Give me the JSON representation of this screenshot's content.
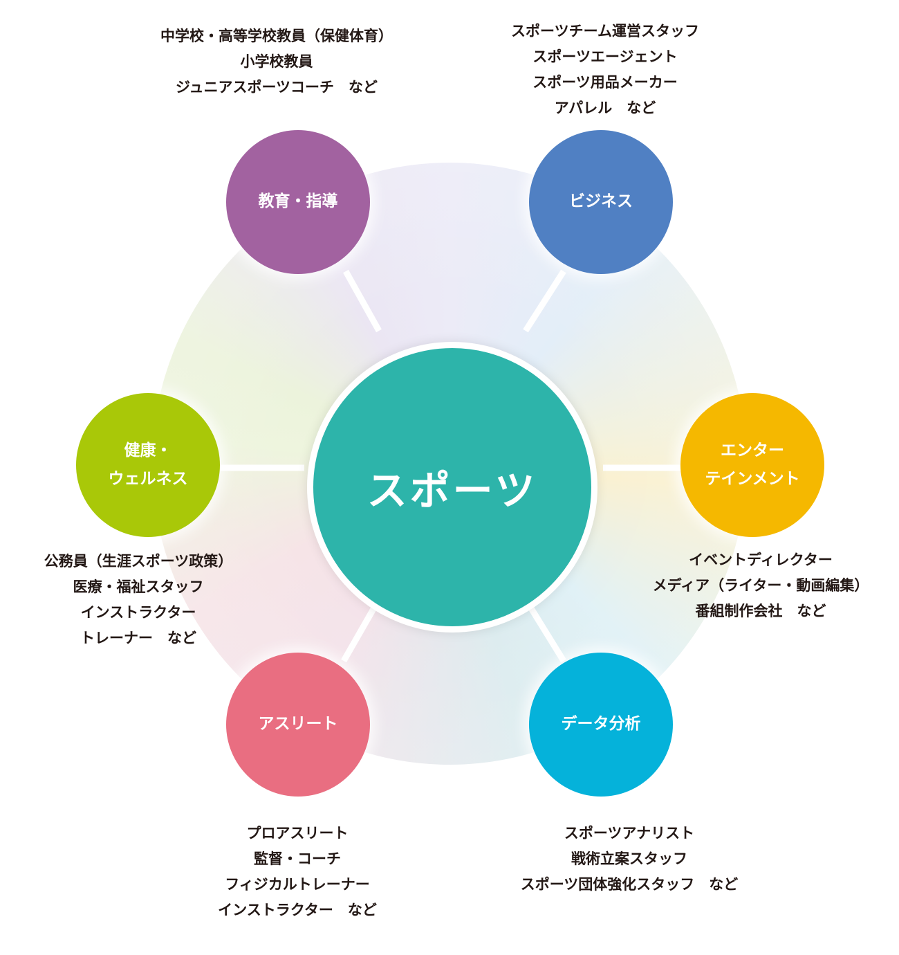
{
  "center": {
    "label": "スポーツ",
    "color": "#2db4aa"
  },
  "categories": [
    {
      "id": "education",
      "lines": [
        "教育・指導"
      ],
      "color": "#a262a0",
      "jobs": [
        "中学校・高等学校教員（保健体育）",
        "小学校教員",
        "ジュニアスポーツコーチ　など"
      ]
    },
    {
      "id": "business",
      "lines": [
        "ビジネス"
      ],
      "color": "#5080c3",
      "jobs": [
        "スポーツチーム運営スタッフ",
        "スポーツエージェント",
        "スポーツ用品メーカー",
        "アパレル　など"
      ]
    },
    {
      "id": "entertainment",
      "lines": [
        "エンター",
        "テインメント"
      ],
      "color": "#f5b800",
      "jobs": [
        "イベントディレクター",
        "メディア（ライター・動画編集）",
        "番組制作会社　など"
      ]
    },
    {
      "id": "data",
      "lines": [
        "データ分析"
      ],
      "color": "#05b2da",
      "jobs": [
        "スポーツアナリスト",
        "戦術立案スタッフ",
        "スポーツ団体強化スタッフ　など"
      ]
    },
    {
      "id": "athlete",
      "lines": [
        "アスリート"
      ],
      "color": "#e96e81",
      "jobs": [
        "プロアスリート",
        "監督・コーチ",
        "フィジカルトレーナー",
        "インストラクター　など"
      ]
    },
    {
      "id": "wellness",
      "lines": [
        "健康・",
        "ウェルネス"
      ],
      "color": "#a9c808",
      "jobs": [
        "公務員（生涯スポーツ政策）",
        "医療・福祉スタッフ",
        "インストラクター",
        "トレーナー　など"
      ]
    }
  ]
}
